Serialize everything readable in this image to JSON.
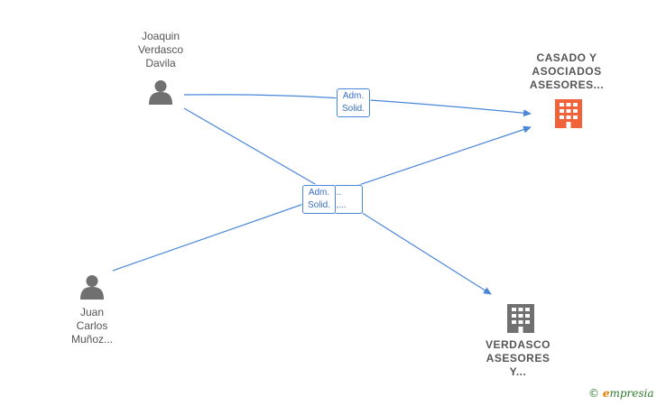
{
  "colors": {
    "edge": "#4a86d8",
    "person": "#707070",
    "company_primary": "#f0623a",
    "company_secondary": "#707070"
  },
  "nodes": [
    {
      "id": "joaquin",
      "type": "person",
      "label": "Joaquin\nVerdasco\nDavila"
    },
    {
      "id": "juan",
      "type": "person",
      "label": "Juan\nCarlos\nMuñoz..."
    },
    {
      "id": "casado",
      "type": "company",
      "label": "CASADO Y\nASOCIADOS\nASESORES..."
    },
    {
      "id": "verdasco",
      "type": "company",
      "label": "VERDASCO\nASESORES\nY..."
    }
  ],
  "edge_labels": {
    "joaquin_casado": "Adm.\nSolid.",
    "center_front": "Adm.\nSolid.",
    "center_back": "...\n...,..."
  },
  "footer": {
    "copyright": "©",
    "brand_first": "e",
    "brand_rest": "mpresia"
  }
}
